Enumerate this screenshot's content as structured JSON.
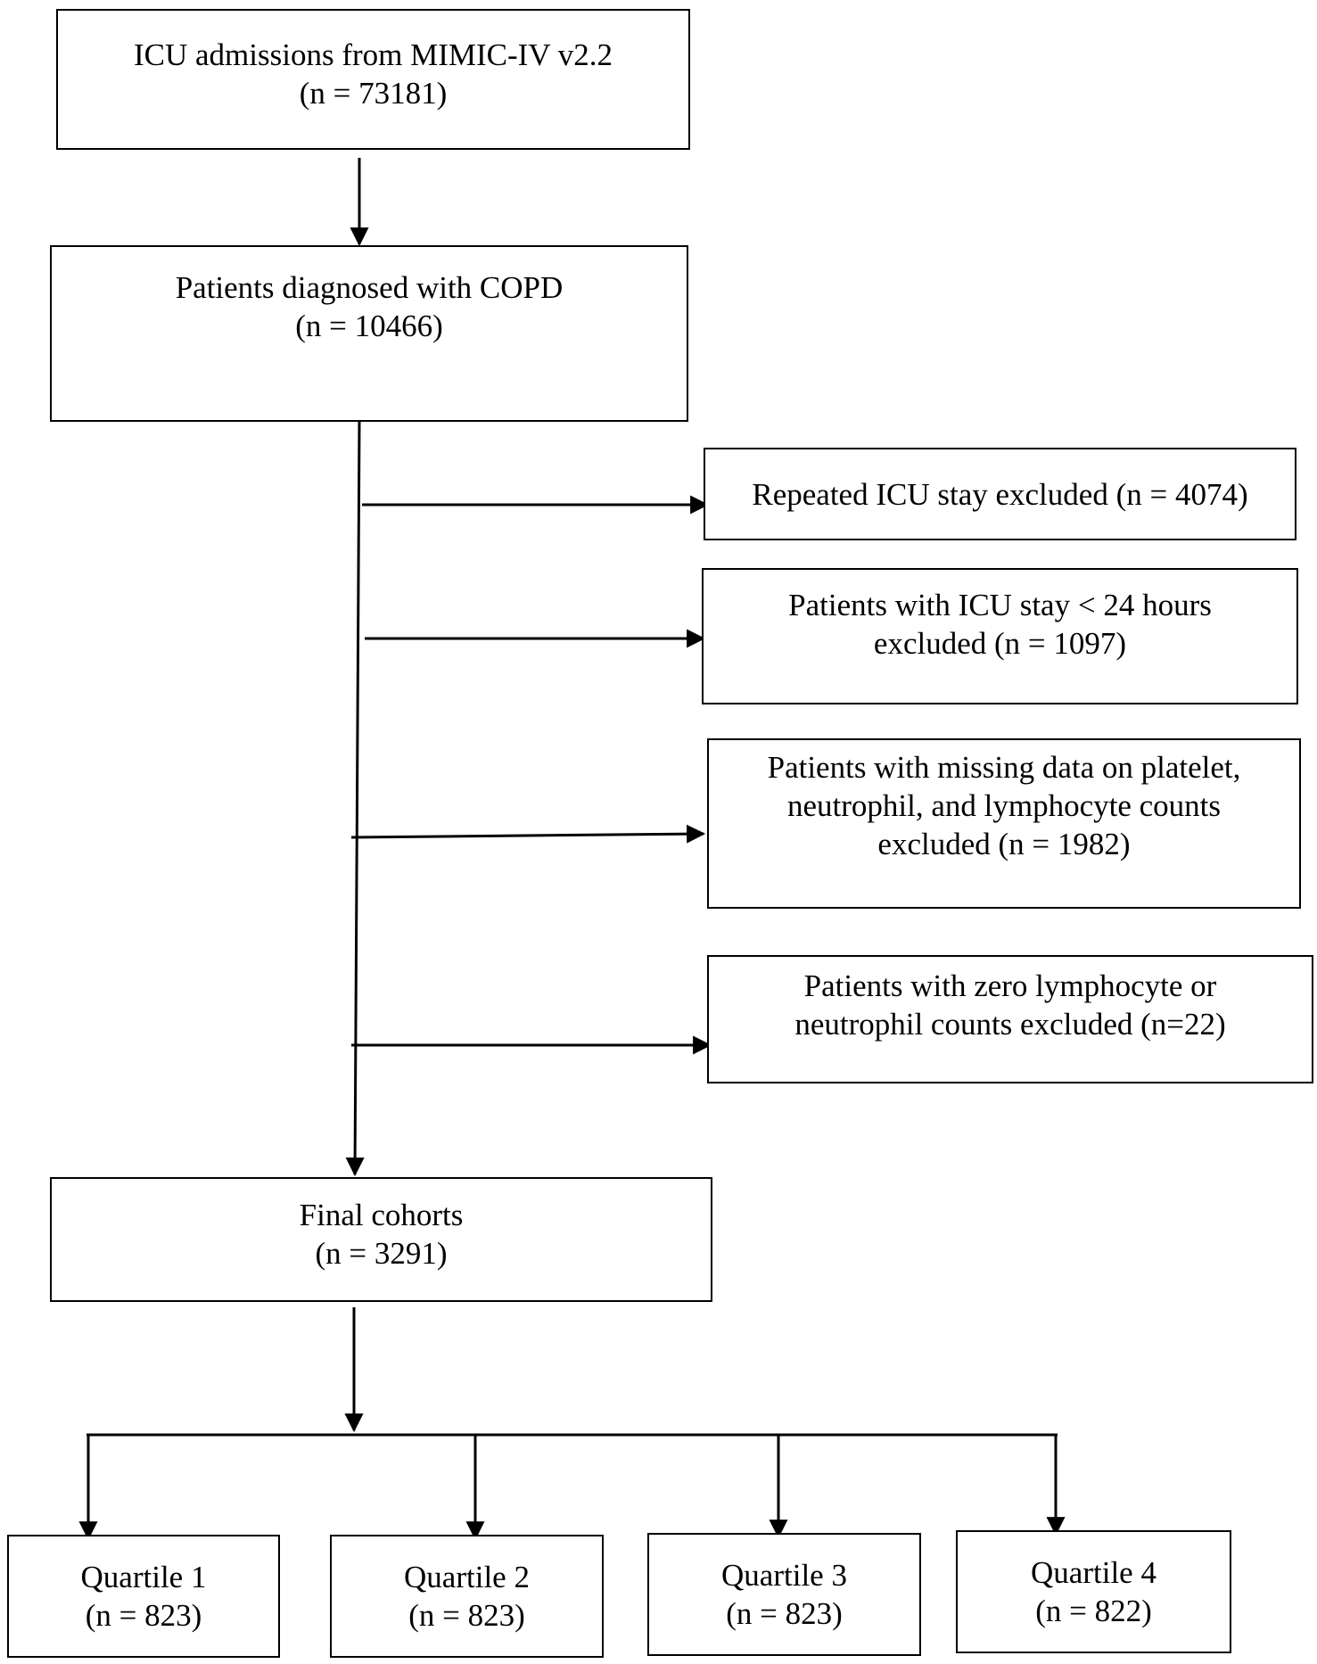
{
  "flowchart": {
    "admissions": {
      "line1": "ICU admissions from MIMIC-IV v2.2",
      "line2": "(n = 73181)"
    },
    "copd": {
      "line1": "Patients diagnosed with COPD",
      "line2": "(n = 10466)"
    },
    "exclusions": [
      {
        "lines": [
          "Repeated ICU stay excluded (n = 4074)"
        ]
      },
      {
        "lines": [
          "Patients with ICU stay < 24 hours",
          "excluded (n = 1097)"
        ]
      },
      {
        "lines": [
          "Patients with missing data on platelet,",
          "neutrophil, and lymphocyte counts",
          "excluded (n = 1982)"
        ]
      },
      {
        "lines": [
          "Patients with zero lymphocyte or",
          "neutrophil counts excluded (n=22)"
        ]
      }
    ],
    "final": {
      "line1": "Final cohorts",
      "line2": "(n = 3291)"
    },
    "quartiles": [
      {
        "label": "Quartile 1",
        "count": "(n = 823)"
      },
      {
        "label": "Quartile 2",
        "count": "(n = 823)"
      },
      {
        "label": "Quartile 3",
        "count": "(n = 823)"
      },
      {
        "label": "Quartile 4",
        "count": "(n = 822)"
      }
    ]
  },
  "colors": {
    "stroke": "#000000",
    "background": "#ffffff"
  }
}
